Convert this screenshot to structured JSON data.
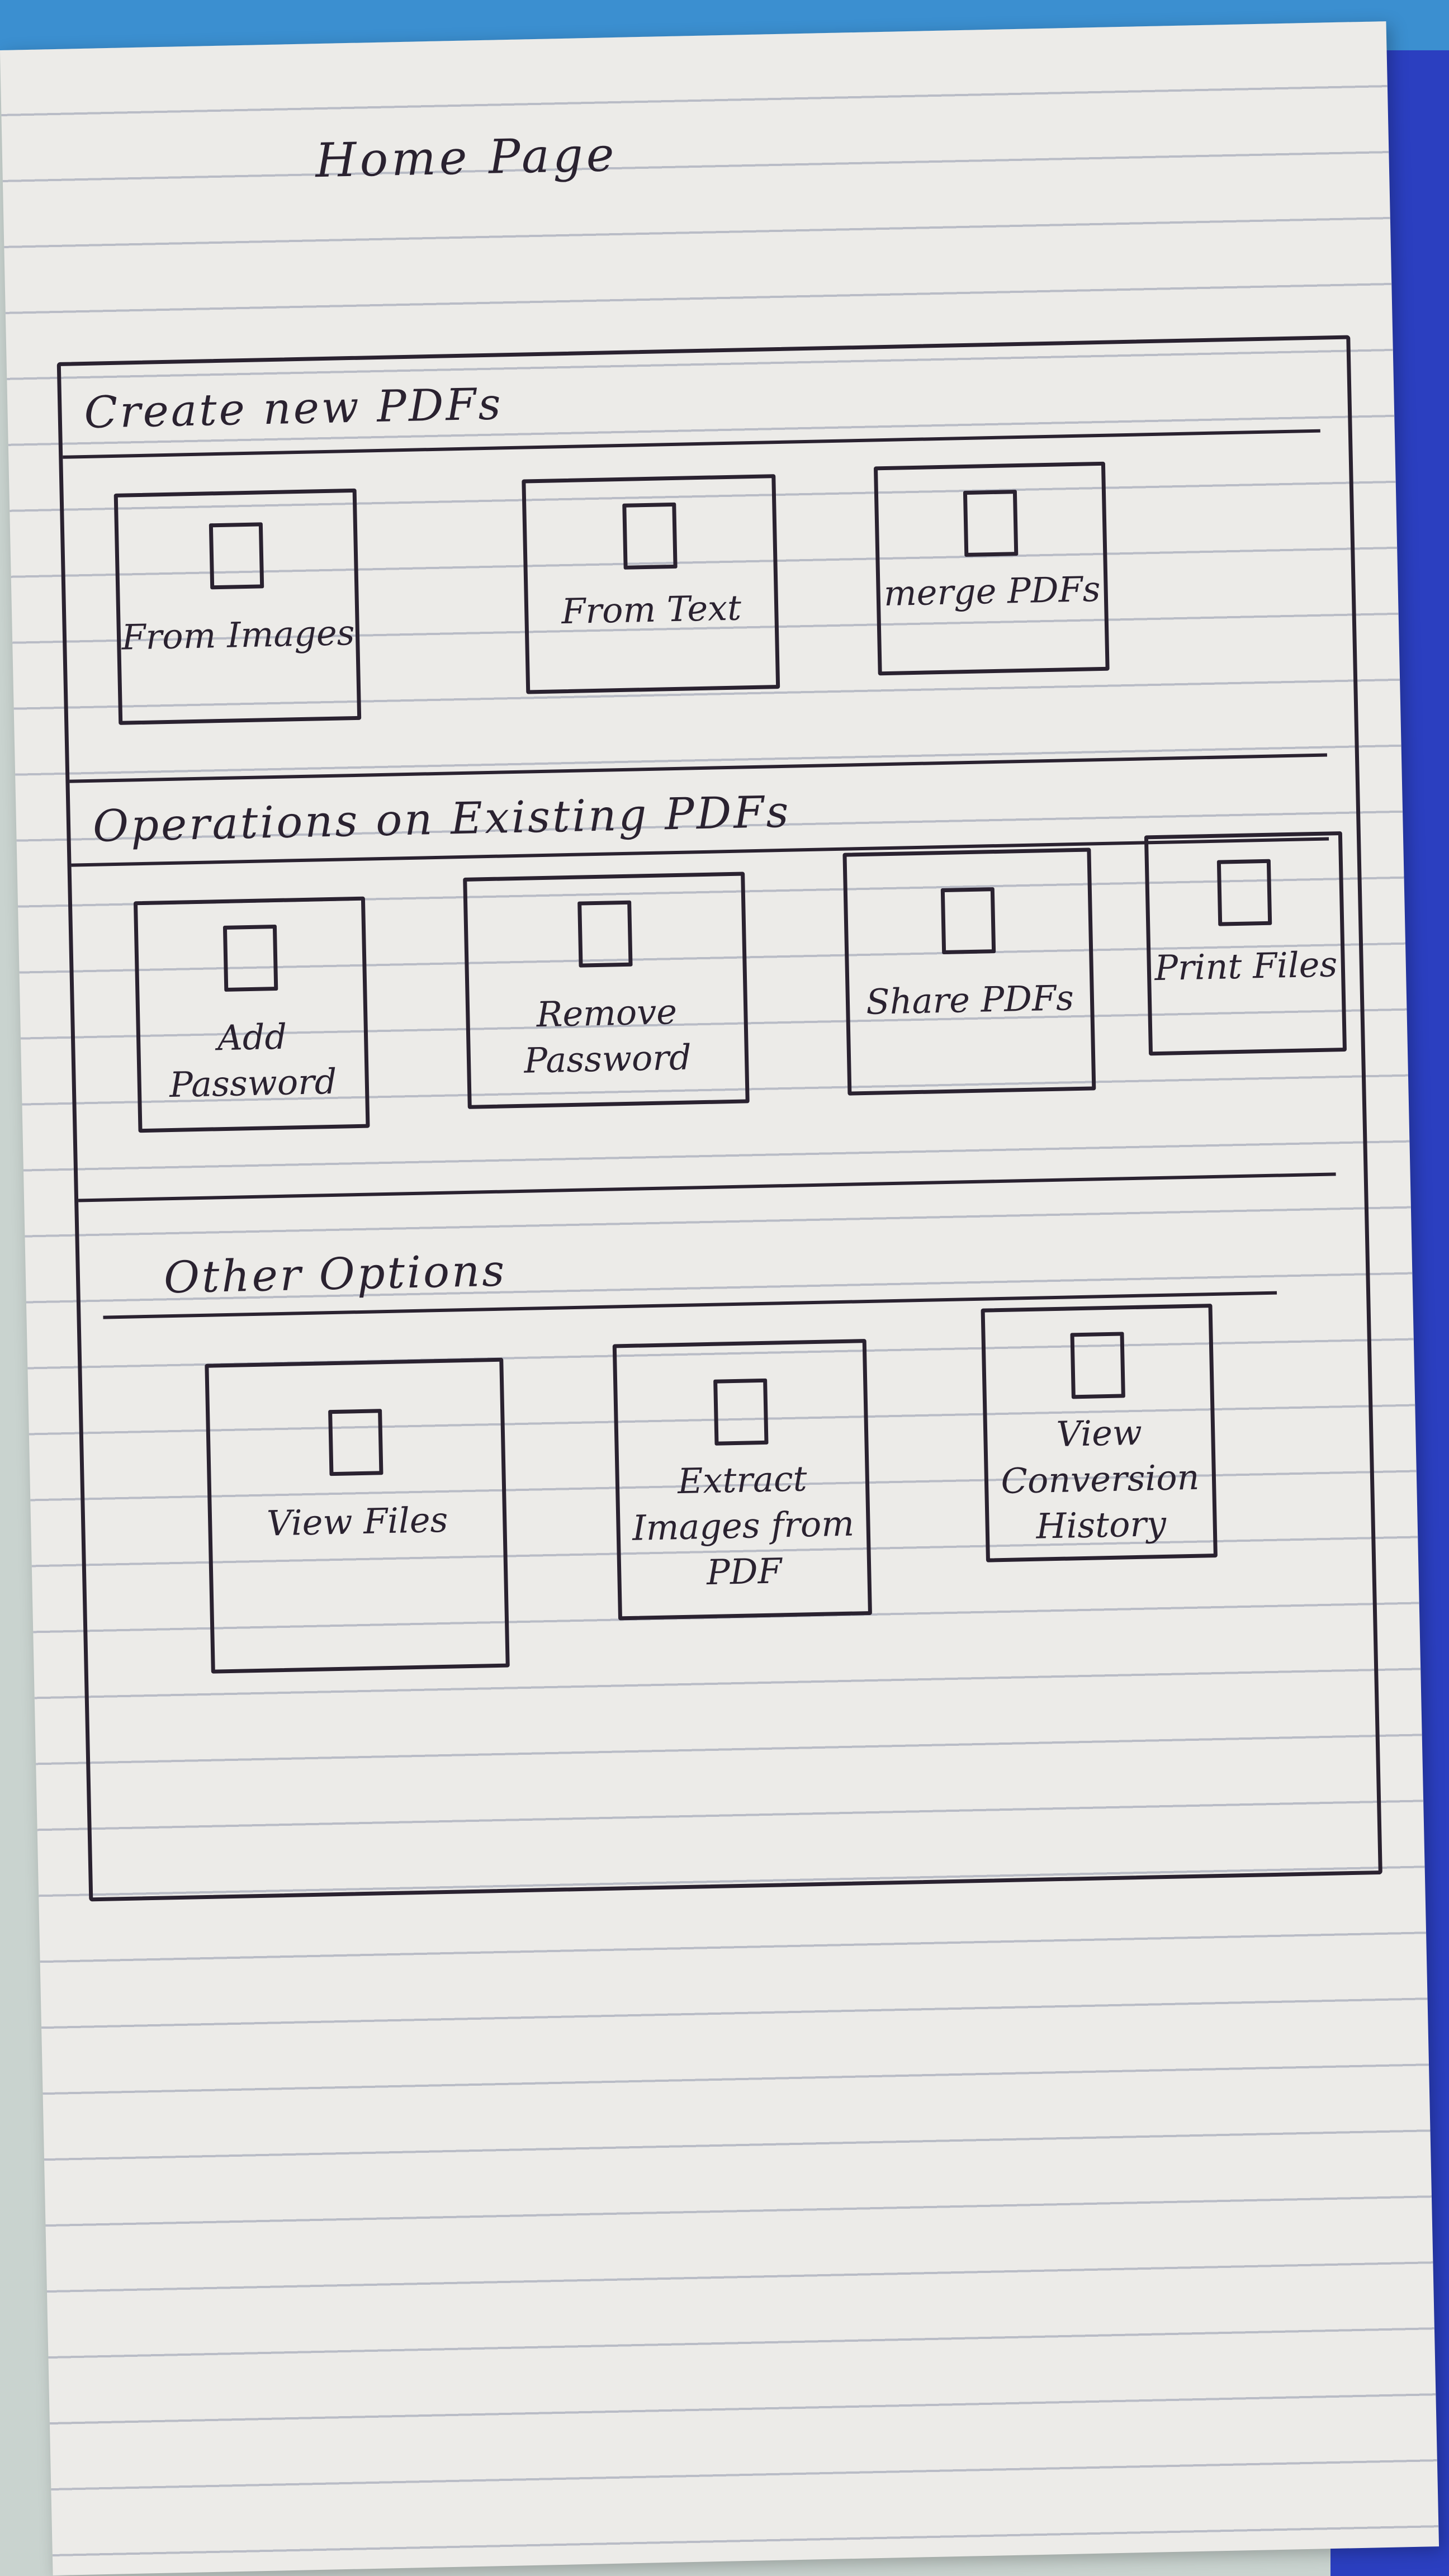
{
  "page": {
    "title": "Home Page"
  },
  "sections": [
    {
      "header": "Create new PDFs",
      "tiles": [
        {
          "label": "From Images",
          "icon": "document-icon"
        },
        {
          "label": "From Text",
          "icon": "document-icon"
        },
        {
          "label": "merge PDFs",
          "icon": "document-icon"
        }
      ]
    },
    {
      "header": "Operations on Existing PDFs",
      "tiles": [
        {
          "label": "Add Password",
          "icon": "document-icon"
        },
        {
          "label": "Remove Password",
          "icon": "document-icon"
        },
        {
          "label": "Share PDFs",
          "icon": "document-icon"
        },
        {
          "label": "Print Files",
          "icon": "document-icon"
        }
      ]
    },
    {
      "header": "Other Options",
      "tiles": [
        {
          "label": "View Files",
          "icon": "document-icon"
        },
        {
          "label": "Extract Images from PDF",
          "icon": "document-icon"
        },
        {
          "label": "View Conversion History",
          "icon": "document-icon"
        }
      ]
    }
  ],
  "colors": {
    "ink": "#2a2230",
    "paper": "#ecebe8",
    "rule_line": "#b9bcc6",
    "background_blue": "#3b8fd0"
  }
}
